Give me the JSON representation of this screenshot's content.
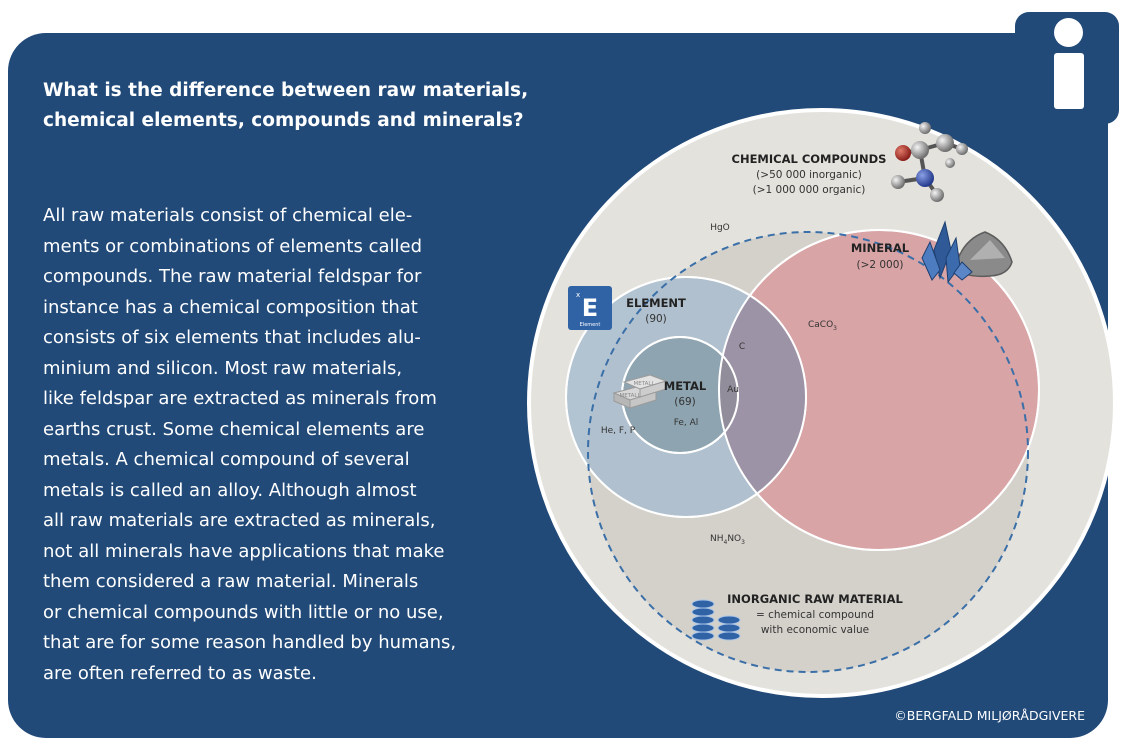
{
  "heading": "What is the difference between raw materials, chemical elements, compounds and minerals?",
  "body": "All raw materials consist of chemical ele-\nments or combinations of elements called\ncompounds. The raw material feldspar for\ninstance has a chemical composition that\nconsists of six elements that includes alu-\nminium and silicon. Most raw materials,\nlike feldspar are extracted as minerals from\nearths crust. Some chemical elements are\nmetals. A chemical compound of several\nmetals is called an alloy. Although almost\nall raw materials are extracted as minerals,\nnot all minerals have applications that make\nthem considered a raw material. Minerals\nor chemical compounds with little or no use,\nthat are for some reason handled by humans,\nare often referred to as waste.",
  "credit": "©BERGFALD MILJØRÅDGIVERE",
  "diagram": {
    "compounds": {
      "title": "CHEMICAL COMPOUNDS",
      "line1": "(>50 000 inorganic)",
      "line2": "(>1 000 000 organic)"
    },
    "mineral": {
      "title": "MINERAL",
      "count": "(>2 000)"
    },
    "element": {
      "title": "ELEMENT",
      "count": "(90)",
      "badge_letter": "E",
      "badge_index": "x",
      "badge_caption": "Element"
    },
    "metal": {
      "title": "METAL",
      "count": "(69)",
      "ingot_text": "METALL"
    },
    "raw_material": {
      "title": "INORGANIC RAW MATERIAL",
      "line1": "= chemical compound",
      "line2": "with economic value"
    },
    "examples": {
      "hgo": "HgO",
      "caco3_main": "CaCO",
      "caco3_sub": "3",
      "c": "C",
      "au": "Au",
      "fe_al": "Fe, Al",
      "he_f_p": "He, F, P",
      "nh4_a": "NH",
      "nh4_sub1": "4",
      "nh4_b": "NO",
      "nh4_sub2": "3"
    }
  },
  "colors": {
    "background_panel": "#214a79",
    "outer_circle": "#e4e2dd",
    "mineral_fill": "#d9a4a6",
    "element_fill": "#a9bdcf",
    "metal_fill": "#8ea4b0",
    "dashed_boundary": "#3a6fa8"
  }
}
